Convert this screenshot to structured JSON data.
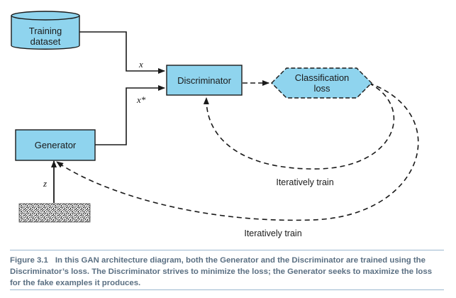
{
  "nodes": {
    "training_dataset": [
      "Training",
      "dataset"
    ],
    "generator": "Generator",
    "discriminator": "Discriminator",
    "classification_loss": [
      "Classification",
      "loss"
    ]
  },
  "edge_labels": {
    "real": "x",
    "fake": "x*",
    "noise": "z"
  },
  "loops": {
    "discriminator_loop": "Iteratively train",
    "generator_loop": "Iteratively train"
  },
  "caption": {
    "number": "Figure 3.1",
    "text": "In this GAN architecture diagram, both the Generator and the Discriminator are trained using the Discriminator’s loss. The Discriminator strives to minimize the loss; the Generator seeks to maximize the loss for the fake examples it produces."
  },
  "colors": {
    "node_fill": "#8fd4ee",
    "stroke": "#1a1a1a",
    "caption_text": "#5a6f82",
    "rule": "#9bb8cf"
  }
}
